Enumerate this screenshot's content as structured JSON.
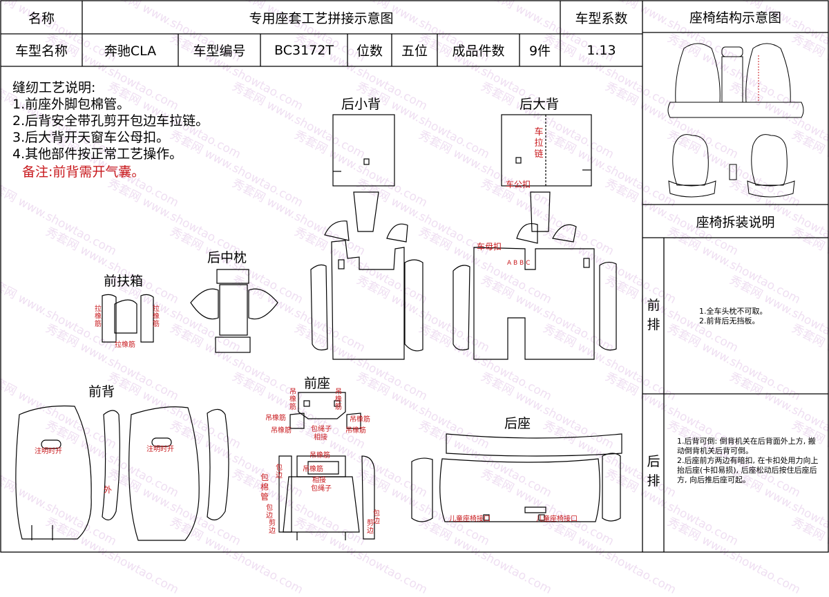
{
  "header": {
    "name_label": "名称",
    "title": "专用座套工艺拼接示意图",
    "factor_label": "车型系数",
    "structure_title": "座椅结构示意图",
    "model_name_label": "车型名称",
    "model_name": "奔驰CLA",
    "model_code_label": "车型编号",
    "model_code": "BC3172T",
    "seats_label": "位数",
    "seats": "五位",
    "pieces_label": "成品件数",
    "pieces": "9件",
    "factor": "1.13"
  },
  "instructions": {
    "title": "缝纫工艺说明:",
    "items": [
      "1.前座外脚包棉管。",
      "2.后背安全带孔剪开包边车拉链。",
      "3.后大背开天窗车公母扣。",
      "4.其他部件按正常工艺操作。"
    ],
    "remark": "备注:前背需开气囊。"
  },
  "sections": {
    "rear_small_back": "后小背",
    "rear_big_back": "后大背",
    "rear_headrest": "后中枕",
    "front_armrest": "前扶箱",
    "front_back": "前背",
    "front_seat": "前座",
    "rear_seat": "后座"
  },
  "red_labels": {
    "zipper": "车拉链",
    "male_snap": "车公扣",
    "female_snap": "车母扣",
    "elastic": "拉橡筋",
    "elastic_bottom": "拉橡筋",
    "airbag": "注明时开",
    "outer": "外",
    "hang_elastic": "吊橡筋",
    "tie_rope": "包绳子",
    "join": "相接",
    "foam_tube": "包棉管",
    "hem": "包边",
    "cut_hem": "剪边",
    "child_seat": "儿童座椅接口",
    "abc": "A B B C"
  },
  "disassembly": {
    "title": "座椅拆装说明",
    "front_label": "前排",
    "front_text": "1.全车头枕不可取。\n2.前背后无挡板。",
    "rear_label": "后排",
    "rear_text": "1.后背可倒: 倒背机关在后背面外上方, 搬动倒背机关后背可倒。\n2.后座前方两边有暗扣, 在卡扣处用力向上抬后座(卡扣易损), 后座松动后按住后座后方, 向后推后座可起。"
  },
  "watermark": {
    "brand": "秀套网",
    "url": "www.showtao.com"
  }
}
